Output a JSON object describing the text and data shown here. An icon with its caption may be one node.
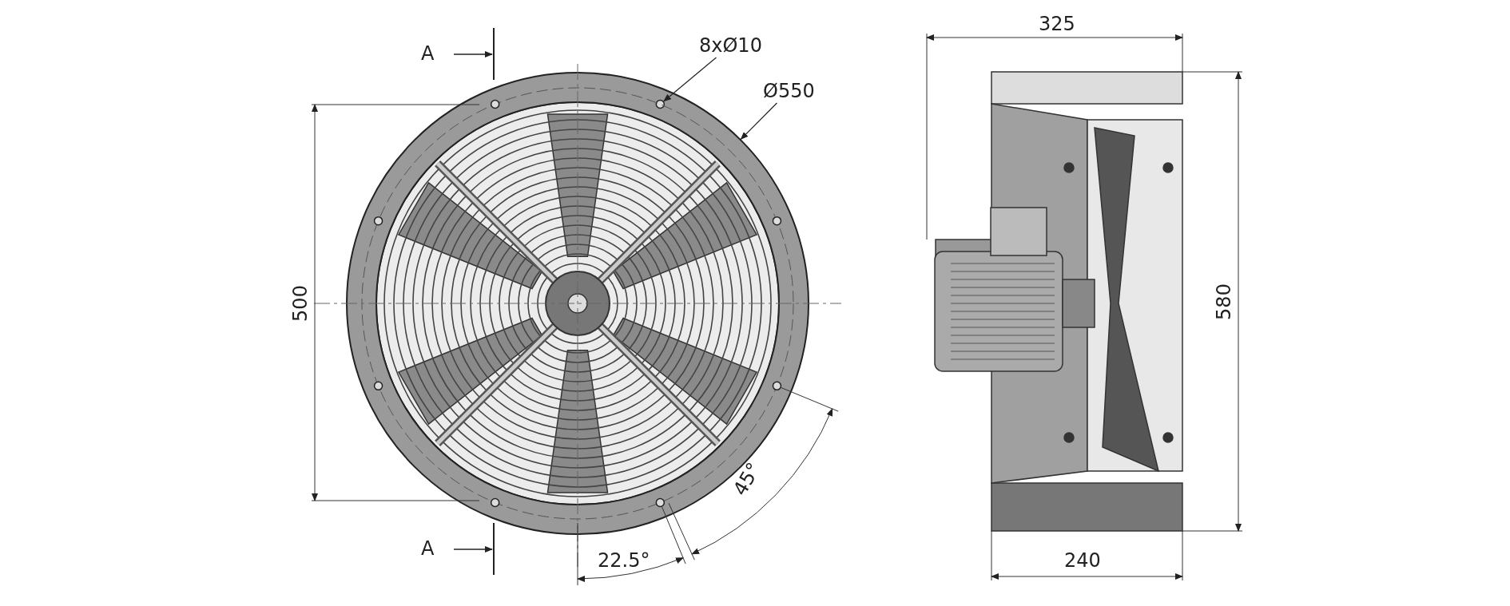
{
  "diagram": {
    "nodes": [
      {
        "text": [
          "8xØ10"
        ]
      },
      {
        "text": [
          "Ø550"
        ]
      },
      {
        "text": [],
        "shape": "circle",
        "in": 3
      },
      {
        "text": [],
        "shape": "circle"
      }
    ],
    "edges": [
      {
        "from": 0,
        "to": 2,
        "arrow": "to"
      },
      {
        "from": 1,
        "to": 3,
        "arrow": "to"
      }
    ],
    "labels": [
      "A",
      "325",
      "500",
      "580",
      "A",
      "240",
      "22.5°",
      "45°"
    ]
  }
}
